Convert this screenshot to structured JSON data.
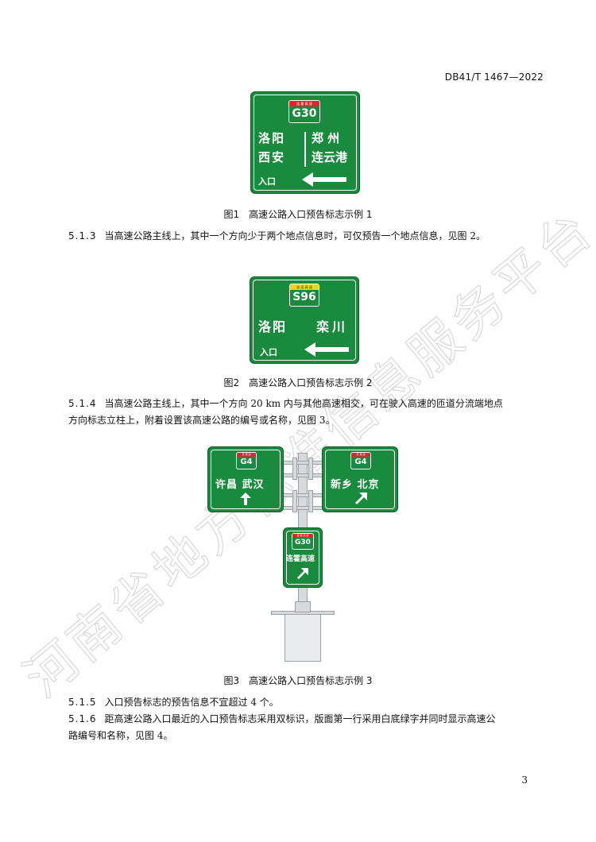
{
  "header": {
    "doc_code": "DB41/T 1467—2022"
  },
  "figure1": {
    "shield_bar": "连 霍 高 速",
    "shield_code": "G30",
    "left_line1": "洛阳",
    "left_line2": "西安",
    "right_line1": "郑 州",
    "right_line2": "连云港",
    "entrance_label": "入口",
    "caption": "图1　高速公路入口预告标志示例 1"
  },
  "para_513": {
    "number": "5.1.3",
    "text": "当高速公路主线上，其中一个方向少于两个地点信息时，可仅预告一个地点信息，见图 2。"
  },
  "figure2": {
    "shield_bar": "洛 栾 高 速",
    "shield_code": "S96",
    "left_dest": "洛阳",
    "right_dest": "栾川",
    "entrance_label": "入口",
    "caption": "图2　高速公路入口预告标志示例 2"
  },
  "para_514": {
    "number": "5.1.4",
    "text_line1": "当高速公路主线上，其中一个方向 20 km 内与其他高速相交，可在驶入高速的匝道分流端地点",
    "text_line2": "方向标志立柱上，附着设置该高速公路的编号或名称，见图 3。"
  },
  "figure3": {
    "left_sign": {
      "shield_bar": "京 港 澳",
      "shield_code": "G4",
      "dest": "许昌 武汉"
    },
    "right_sign": {
      "shield_bar": "京 港 澳",
      "shield_code": "G4",
      "dest": "新乡 北京"
    },
    "bottom_sign": {
      "shield_bar": "连 霍 高 速",
      "shield_code": "G30",
      "dest": "连霍高速"
    },
    "caption": "图3　高速公路入口预告标志示例 3"
  },
  "para_515": {
    "number": "5.1.5",
    "text": "入口预告标志的预告信息不宜超过 4 个。"
  },
  "para_516": {
    "number": "5.1.6",
    "text_line1": "距高速公路入口最近的入口预告标志采用双标识，版面第一行采用白底绿字并同时显示高速公",
    "text_line2": "路编号和名称，见图 4。"
  },
  "footer": {
    "page_number": "3"
  },
  "watermark": {
    "text": "河南省地方标准信息服务平台"
  },
  "colors": {
    "sign_green": "#1a8a3e",
    "shield_red": "#d42a2a",
    "shield_yellow": "#f2d21b"
  }
}
